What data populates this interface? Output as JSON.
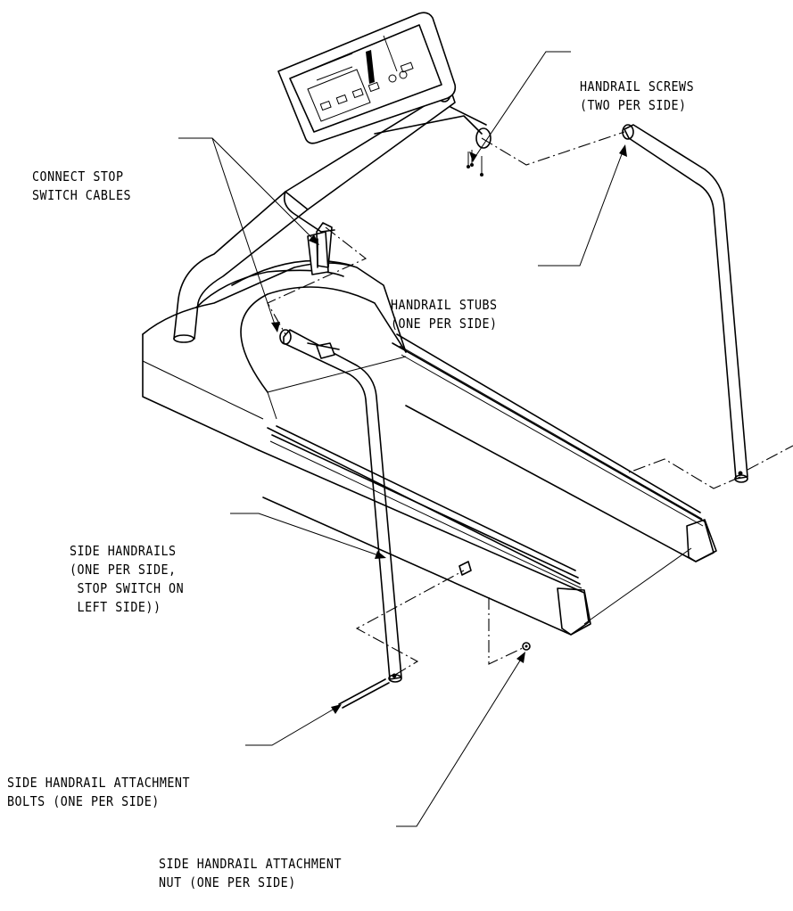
{
  "labels": {
    "handrail_screws": [
      "HANDRAIL SCREWS",
      "(TWO PER SIDE)"
    ],
    "connect_stop": [
      "CONNECT STOP",
      "SWITCH CABLES"
    ],
    "handrail_stubs": [
      "HANDRAIL STUBS",
      "(ONE PER SIDE)"
    ],
    "side_handrails": [
      "SIDE HANDRAILS",
      "(ONE PER SIDE,",
      " STOP SWITCH ON",
      " LEFT SIDE))"
    ],
    "attachment_bolts": [
      "SIDE HANDRAIL ATTACHMENT",
      "BOLTS (ONE PER SIDE)"
    ],
    "attachment_nut": [
      "SIDE HANDRAIL ATTACHMENT",
      "NUT (ONE PER SIDE)"
    ]
  }
}
